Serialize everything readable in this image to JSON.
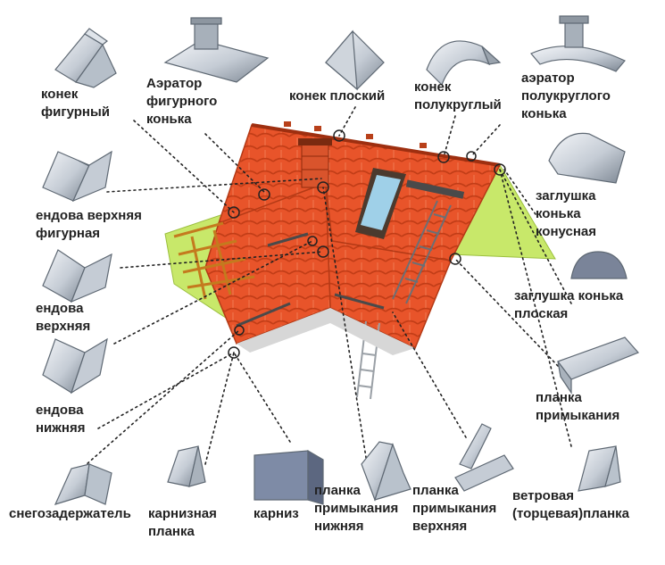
{
  "colors": {
    "roof_tile": "#e8542a",
    "roof_tile_dark": "#c23d17",
    "gable": "#c8e86a",
    "timber": "#e6a23c",
    "metal_light": "#eef1f5",
    "metal_mid": "#b9c2cc",
    "metal_dark": "#6e7884",
    "leader": "#222222",
    "marker": "#c0392b",
    "text": "#222222"
  },
  "labels": {
    "konek_figurny": [
      "конек",
      "фигурный"
    ],
    "aerator_figurnogo": [
      "Аэратор",
      "фигурного",
      "конька"
    ],
    "konek_ploskiy": [
      "конек плоский"
    ],
    "konek_polukrugly": [
      "конек",
      "полукруглый"
    ],
    "aerator_polukruglogo": [
      "аэратор",
      "полукруглого",
      "конька"
    ],
    "zaglushka_konusnaya": [
      "заглушка",
      "конька",
      "конусная"
    ],
    "zaglushka_ploskaya": [
      "заглушка конька",
      "плоская"
    ],
    "planka_primykaniya": [
      "планка",
      "примыкания"
    ],
    "vetrovaya_planka": [
      "ветровая",
      "(торцевая)планка"
    ],
    "planka_verkhnyaya": [
      "планка",
      "примыкания",
      "верхняя"
    ],
    "planka_nizhnyaya": [
      "планка",
      "примыкания",
      "нижняя"
    ],
    "karniz": [
      "карниз"
    ],
    "karniznaya_planka": [
      "карнизная",
      "планка"
    ],
    "snegozaderzhatel": [
      "снегозадержатель"
    ],
    "endova_nizhnyaya": [
      "ендова",
      "нижняя"
    ],
    "endova_verkhnyaya": [
      "ендова",
      "верхняя"
    ],
    "endova_verkhnyaya_figurnaya": [
      "ендова верхняя",
      "фигурная"
    ]
  }
}
